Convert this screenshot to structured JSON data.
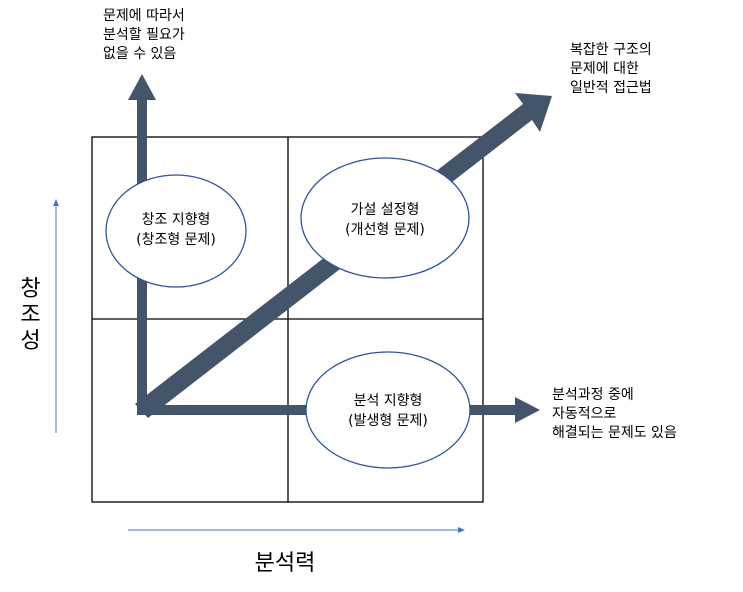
{
  "colors": {
    "arrow": "#44546a",
    "axis": "#4472c4",
    "grid": "#000000",
    "ellipse_stroke": "#2f5597"
  },
  "quadrants": {
    "top_left": {
      "line1": "창조 지향형",
      "line2": "(창조형 문제)"
    },
    "top_right": {
      "line1": "가설 설정형",
      "line2": "(개선형 문제)"
    },
    "bottom_right": {
      "line1": "분석 지향형",
      "line2": "(발생형 문제)"
    }
  },
  "notes": {
    "top": [
      "문제에 따라서",
      "분석할 필요가",
      "없을 수 있음"
    ],
    "diagonal": [
      "복잡한 구조의",
      "문제에 대한",
      "일반적 접근법"
    ],
    "right": [
      "분석과정 중에",
      "자동적으로",
      "해결되는 문제도 있음"
    ]
  },
  "axes": {
    "y_label": "창조성",
    "x_label": "분석력"
  }
}
